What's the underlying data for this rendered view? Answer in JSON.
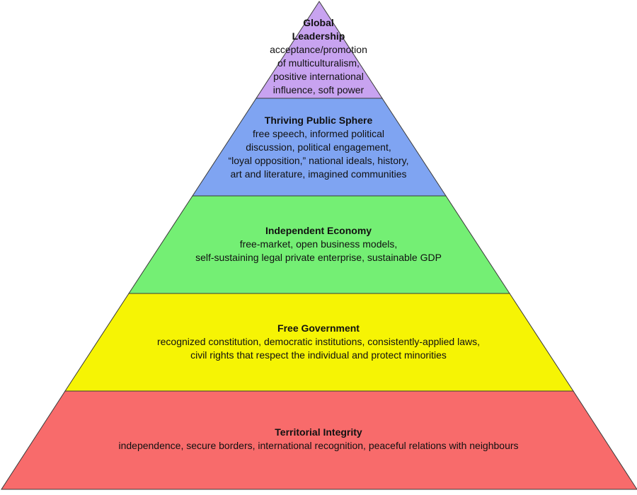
{
  "colors": {
    "global_leadership": "#c8a3f0",
    "thriving_public_sphere": "#7fa4f2",
    "independent_economy": "#74ef74",
    "free_government": "#f6f404",
    "territorial_integrity": "#f86b6b",
    "outline": "#3a3a3a"
  },
  "tiers": {
    "global_leadership": {
      "title_lines": [
        "Global",
        "Leadership"
      ],
      "lines": [
        "acceptance/promotion",
        "of multiculturalism,",
        "positive international",
        "influence, soft power"
      ]
    },
    "thriving_public_sphere": {
      "title": "Thriving Public Sphere",
      "lines": [
        "free speech, informed political",
        "discussion, political engagement,",
        "“loyal opposition,” national ideals, history,",
        "art and literature, imagined communities"
      ]
    },
    "independent_economy": {
      "title": "Independent Economy",
      "lines": [
        "free-market, open business models,",
        "self-sustaining legal private enterprise, sustainable GDP"
      ]
    },
    "free_government": {
      "title": "Free Government",
      "lines": [
        "recognized constitution, democratic institutions, consistently-applied laws,",
        "civil rights that respect the individual and protect minorities"
      ]
    },
    "territorial_integrity": {
      "title": "Territorial Integrity",
      "lines": [
        "independence, secure borders, international recognition, peaceful relations with neighbours"
      ]
    }
  }
}
